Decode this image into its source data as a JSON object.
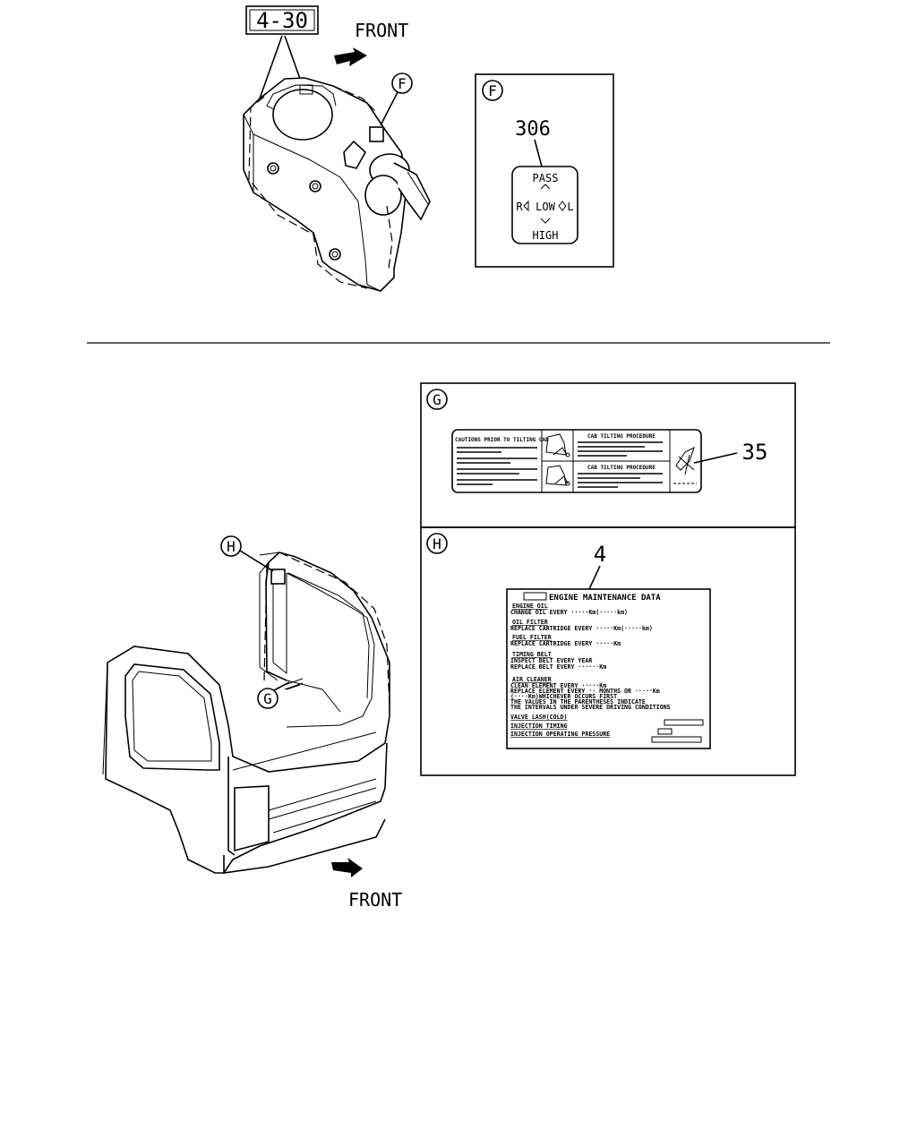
{
  "top_section": {
    "ref_box_label": "4-30",
    "front_label": "FRONT",
    "callout_f": "F",
    "detail_f": {
      "badge": "F",
      "part_number": "306",
      "switch": {
        "top": "PASS",
        "left": "R",
        "center": "LOW",
        "right": "L",
        "bottom": "HIGH"
      }
    }
  },
  "bottom_section": {
    "front_label": "FRONT",
    "callout_h": "H",
    "callout_g": "G",
    "detail_g": {
      "badge": "G",
      "part_number": "35",
      "label_heading_left": "CAUTIONS PRIOR TO TILTING CAB",
      "label_heading_mid1": "CAB TILTING PROCEDURE",
      "label_heading_mid2": "CAB TILTING PROCEDURE"
    },
    "detail_h": {
      "badge": "H",
      "part_number": "4",
      "label_title": "ENGINE MAINTENANCE DATA",
      "label_lines": [
        "ENGINE OIL",
        "CHANGE OIL EVERY ·····Km(·····km)",
        "OIL FILTER",
        "REPLACE CARTRIDGE EVERY ·····Km(·····km)",
        "FUEL FILTER",
        "REPLACE CARTRIDGE EVERY ·····Km",
        "TIMING BELT",
        "INSPECT BELT EVERY YEAR",
        "REPLACE BELT EVERY ······Km",
        "AIR CLEANER",
        "CLEAN ELEMENT EVERY ·····Km",
        "REPLACE ELEMENT EVERY ·· MONTHS OR ·····Km",
        "(····Km)WHICHEVER OCCURS FIRST",
        "THE VALUES IN THE PARENTHESES INDICATE",
        "THE INTERVALS UNDER SEVERE DRIVING CONDITIONS",
        "VALVE LASH(COLD)",
        "INJECTION TIMING",
        "INJECTION OPERATING PRESSURE"
      ]
    }
  }
}
